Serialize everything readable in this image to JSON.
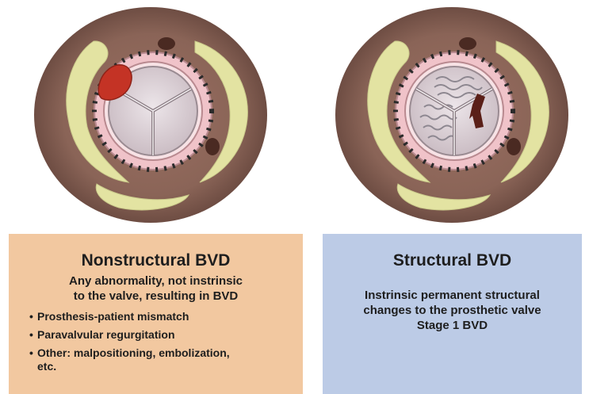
{
  "panels": {
    "nonstructural": {
      "title": "Nonstructural BVD",
      "subtitle_line1": "Any abnormality, not instrinsic",
      "subtitle_line2": "to the valve, resulting in BVD",
      "bullets": [
        "Prosthesis-patient mismatch",
        "Paravalvular regurgitation",
        "Other: malpositioning, embolization,",
        "etc."
      ]
    },
    "structural": {
      "title": "Structural BVD",
      "line1": "Instrinsic permanent structural",
      "line2": "changes to the prosthetic valve",
      "line3": "Stage 1 BVD"
    }
  },
  "colors": {
    "annulus": "#8a6457",
    "tissue_yellow": "#e3e3a2",
    "ring": "#f0c3c9",
    "leaflet": "#e2d9de",
    "thrombus": "#c43325",
    "left_panel": "#f2c8a0",
    "right_panel": "#bccbe6"
  }
}
